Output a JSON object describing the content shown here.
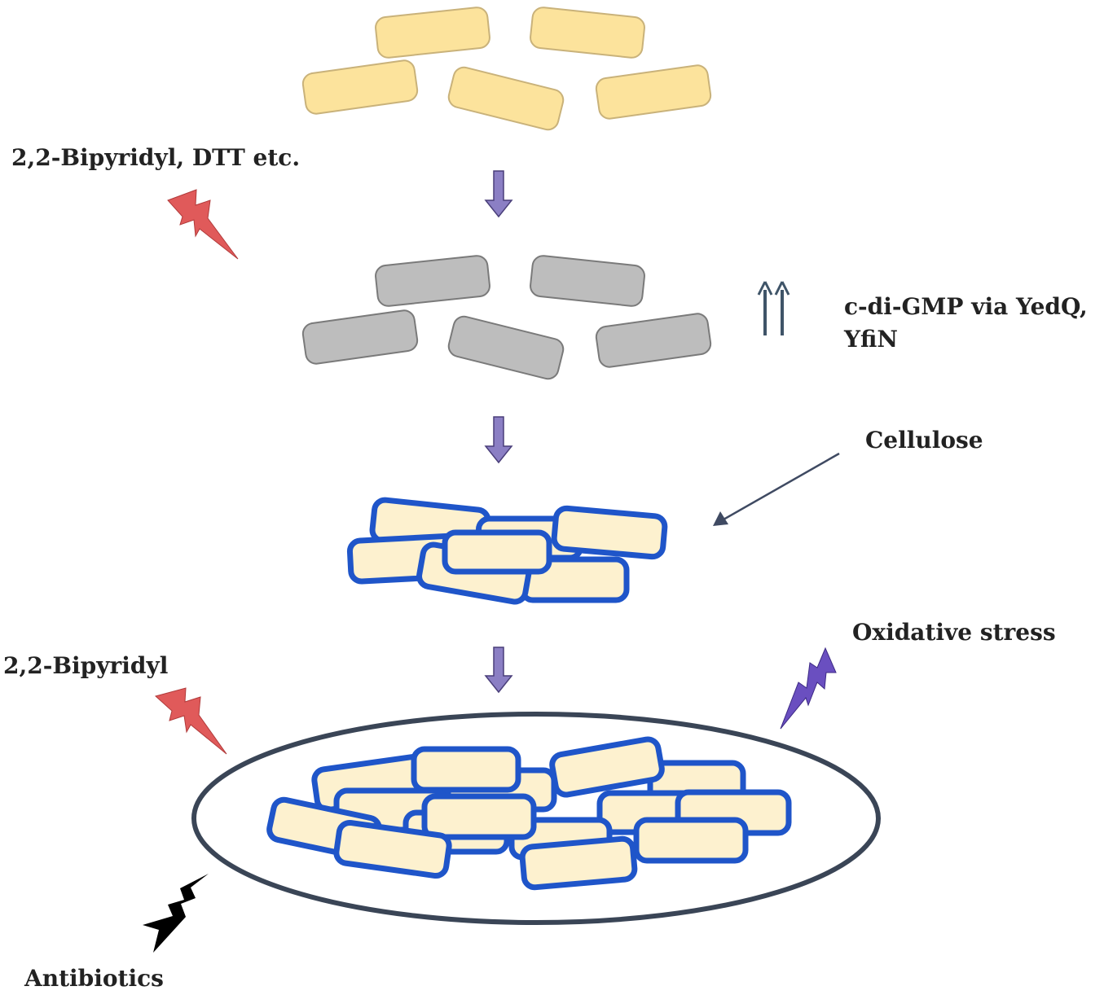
{
  "labels": {
    "stress_top": "2,2-Bipyridyl, DTT etc.",
    "cdigmp_line1": "c-di-GMP via YedQ,",
    "cdigmp_line2": "YfiN",
    "cellulose": "Cellulose",
    "oxidative_stress": "Oxidative stress",
    "bipyridyl": "2,2-Bipyridyl",
    "antibiotics": "Antibiotics"
  },
  "colors": {
    "planktonic_cell_fill": "#fce39c",
    "planktonic_cell_stroke": "#c9b27a",
    "stressed_cell_fill": "#bdbdbd",
    "stressed_cell_stroke": "#7a7a7a",
    "biofilm_cell_fill": "#fdf1cf",
    "biofilm_cell_stroke": "#1f55c9",
    "flow_arrow_fill": "#8b7fc4",
    "flow_arrow_stroke": "#4a3f7a",
    "up_arrow": "#3f5468",
    "pointer_arrow": "#3f4a62",
    "ellipse_stroke": "#3a4556",
    "bolt_red": "#e05a5a",
    "bolt_purple": "#6a4fc0",
    "bolt_black": "#000000"
  },
  "icons": {
    "bolt_top_left": "lightning-bolt-icon",
    "bolt_mid_left": "lightning-bolt-icon",
    "bolt_right": "lightning-bolt-icon",
    "bolt_bottom_left": "lightning-bolt-icon",
    "up_arrows": "double-up-arrow-icon"
  }
}
